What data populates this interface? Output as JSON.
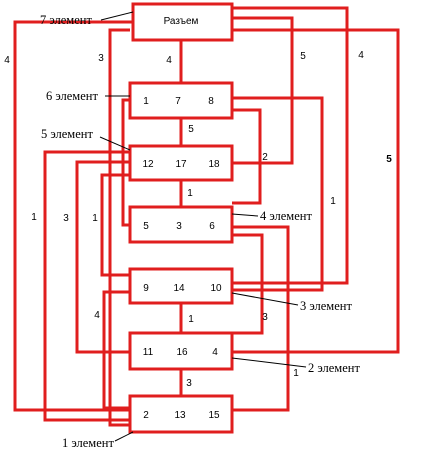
{
  "connector": {
    "label": "Разъем"
  },
  "blocks": [
    {
      "pins": [
        "1",
        "7",
        "8"
      ]
    },
    {
      "pins": [
        "12",
        "17",
        "18"
      ]
    },
    {
      "pins": [
        "5",
        "3",
        "6"
      ]
    },
    {
      "pins": [
        "9",
        "14",
        "10"
      ]
    },
    {
      "pins": [
        "11",
        "16",
        "4"
      ]
    },
    {
      "pins": [
        "2",
        "13",
        "15"
      ]
    }
  ],
  "element_labels": {
    "e7": "7 элемент",
    "e6": "6 элемент",
    "e5": "5 элемент",
    "e4": "4 элемент",
    "e3": "3 элемент",
    "e2": "2 элемент",
    "e1": "1 элемент"
  },
  "wire_numbers": {
    "w_outer_left": "4",
    "w_top_left": "3",
    "w_conn_down": "4",
    "w_right_5": "5",
    "w_right_4": "4",
    "w_bold_5": "5",
    "w_6to5": "5",
    "w_2": "2",
    "w_5to4": "1",
    "w_r1": "1",
    "w_left_1": "1",
    "w_left_3": "3",
    "w_left_1b": "1",
    "w_3to2": "1",
    "w_left_4": "4",
    "w_r3": "3",
    "w_2to1": "3",
    "w_r1b": "1"
  }
}
